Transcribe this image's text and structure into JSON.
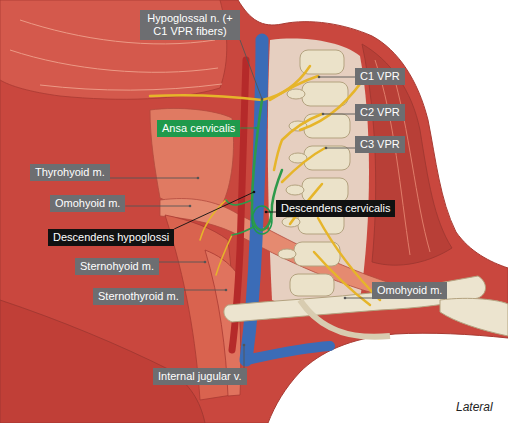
{
  "diagram": {
    "nodes": [
      {
        "text": [
          "Hypoglossal n. (+ C1 VPR fibers)"
        ]
      },
      {
        "text": [
          "C1 VPR"
        ]
      },
      {
        "text": [
          "Ansa cervicalis"
        ]
      },
      {
        "text": [
          "C2 VPR"
        ]
      },
      {
        "text": [
          "C3 VPR"
        ]
      },
      {
        "text": [
          "Thyrohyoid m."
        ]
      },
      {
        "text": [
          "Omohyoid m."
        ]
      },
      {
        "text": [
          "Descendens cervicalis"
        ]
      },
      {
        "text": [
          "Descendens hypoglossi"
        ]
      },
      {
        "text": [
          "Sternohyoid m."
        ]
      },
      {
        "text": [
          "Sternothyroid m."
        ]
      },
      {
        "text": [
          "Omohyoid m."
        ]
      },
      {
        "text": [
          "Internal jugular v."
        ]
      }
    ],
    "edges": [],
    "labels": [
      "Lateral"
    ]
  }
}
